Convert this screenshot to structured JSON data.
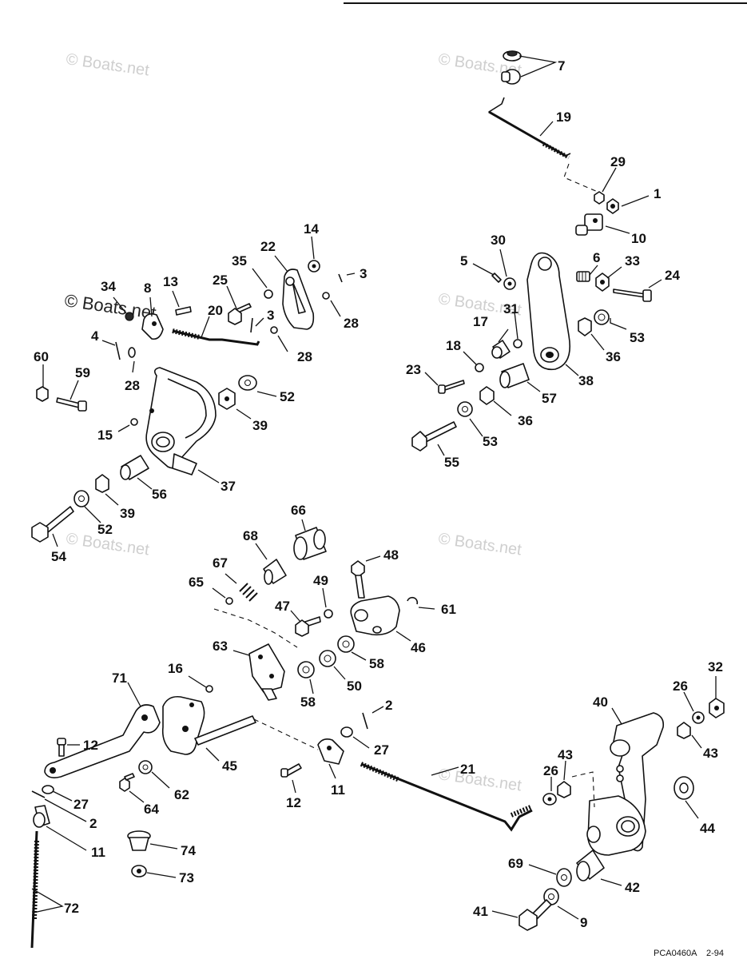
{
  "document_code": "PCA0460A",
  "document_date": "2-94",
  "watermarks": [
    "© Boats.net",
    "© Boats.net",
    "© Boats.net",
    "© Boats.net",
    "© Boats.net",
    "© Boats.net",
    "© Boats.net"
  ],
  "callouts": [
    "7",
    "19",
    "29",
    "1",
    "10",
    "30",
    "5",
    "6",
    "33",
    "24",
    "31",
    "53",
    "17",
    "36",
    "18",
    "23",
    "38",
    "57",
    "36",
    "53",
    "55",
    "14",
    "22",
    "3",
    "35",
    "25",
    "3",
    "28",
    "28",
    "34",
    "8",
    "13",
    "20",
    "4",
    "60",
    "59",
    "28",
    "52",
    "15",
    "39",
    "37",
    "56",
    "39",
    "52",
    "54",
    "66",
    "68",
    "67",
    "48",
    "65",
    "49",
    "47",
    "61",
    "46",
    "58",
    "50",
    "58",
    "63",
    "16",
    "71",
    "2",
    "27",
    "12",
    "45",
    "11",
    "12",
    "62",
    "27",
    "2",
    "64",
    "11",
    "74",
    "73",
    "72",
    "21",
    "26",
    "43",
    "40",
    "26",
    "32",
    "43",
    "44",
    "69",
    "42",
    "41",
    "9"
  ]
}
